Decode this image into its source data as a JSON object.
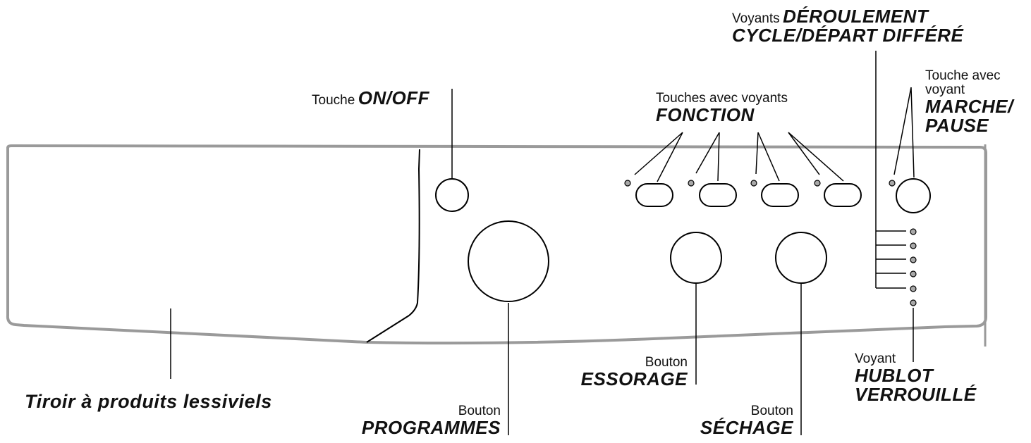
{
  "labels": {
    "on_off": {
      "prefix": "Touche",
      "name": "ON/OFF"
    },
    "fonction": {
      "line1": "Touches avec voyants",
      "name": "FONCTION"
    },
    "deroulement": {
      "prefix": "Voyants",
      "name1": "DÉROULEMENT",
      "name2": "CYCLE/DÉPART DIFFÉRÉ"
    },
    "marche_pause": {
      "line1": "Touche avec",
      "line2": "voyant",
      "name1": "MARCHE/",
      "name2": "PAUSE"
    },
    "tiroir": {
      "name": "Tiroir à produits lessiviels"
    },
    "programmes": {
      "prefix": "Bouton",
      "name": "PROGRAMMES"
    },
    "essorage": {
      "prefix": "Bouton",
      "name": "ESSORAGE"
    },
    "sechage": {
      "prefix": "Bouton",
      "name": "SÉCHAGE"
    },
    "hublot": {
      "prefix": "Voyant",
      "name1": "HUBLOT",
      "name2": "VERROUILLÉ"
    }
  },
  "colors": {
    "stroke": "#000000",
    "panel_edge": "#9a9a9a",
    "led_fill": "#a8a8a8"
  }
}
